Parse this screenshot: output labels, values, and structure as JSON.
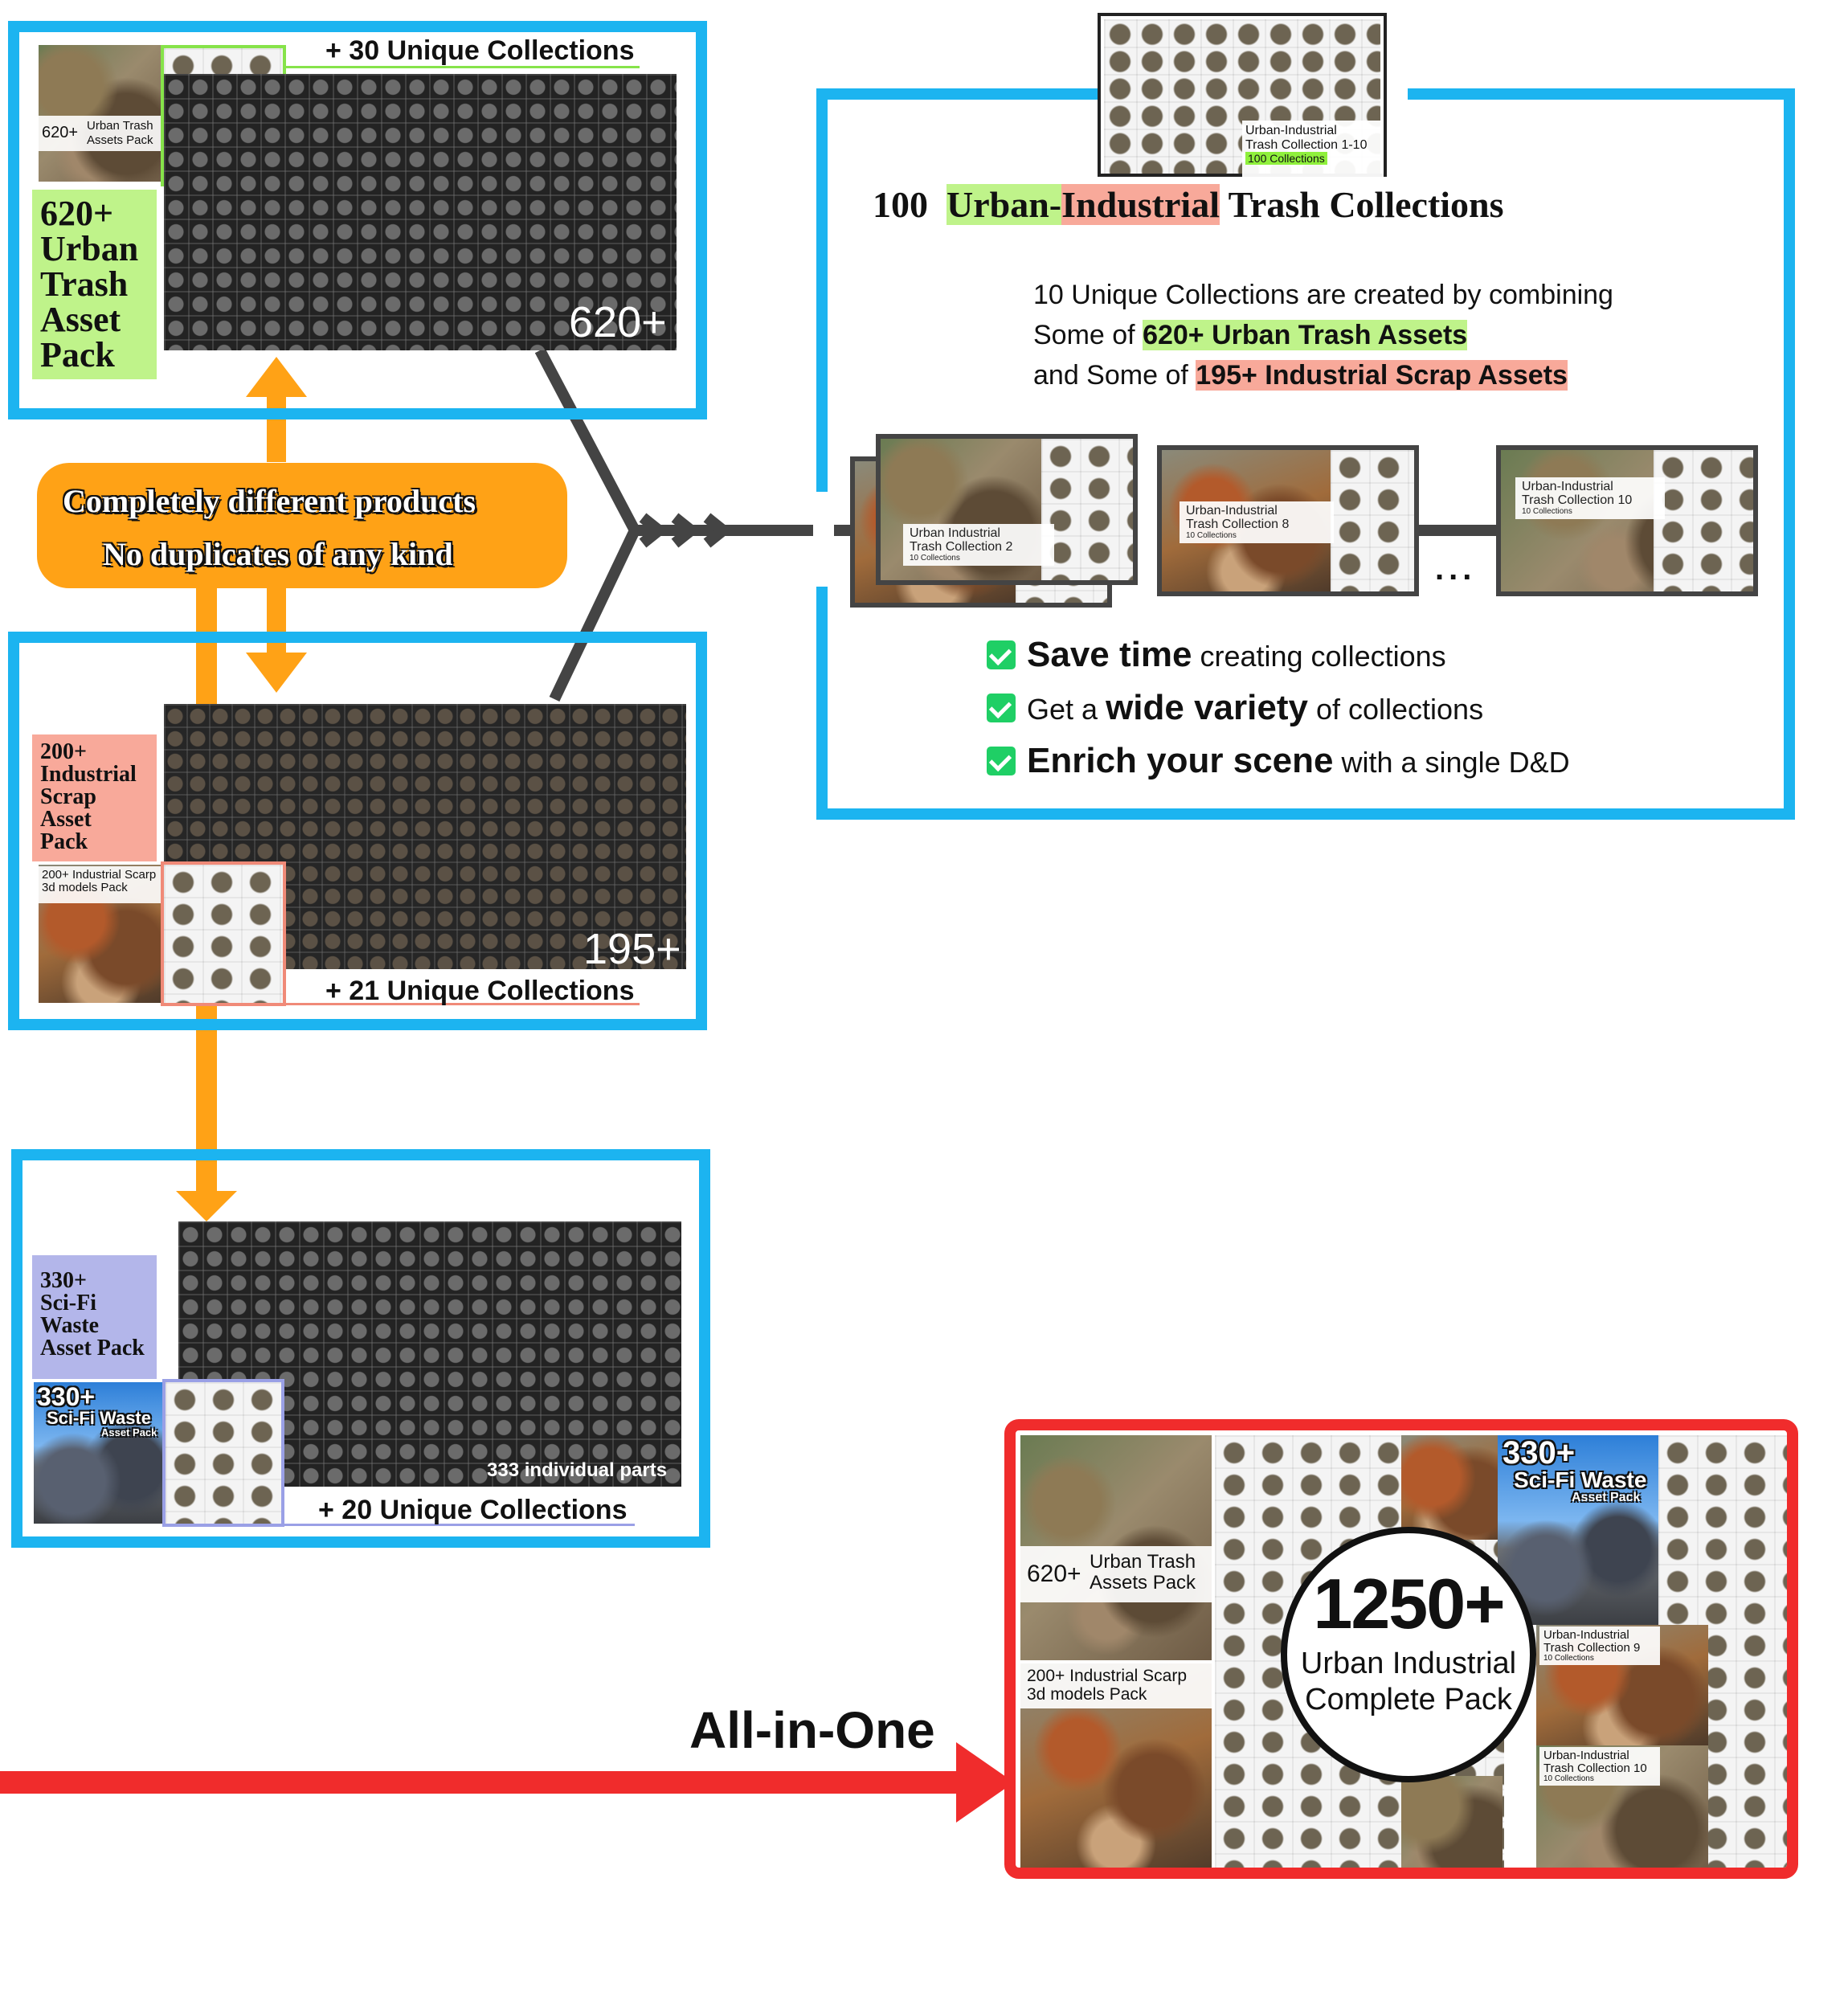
{
  "colors": {
    "blue": "#1cb4f0",
    "orange": "#ffa216",
    "red": "#f02c2c",
    "green_hl": "#bff38a",
    "salmon_hl": "#f8a99a",
    "lavender": "#b3b6ea"
  },
  "urban": {
    "label_lines": [
      "620+",
      "Urban",
      "Trash",
      "Asset",
      "Pack"
    ],
    "cover_count": "620+",
    "cover_text": [
      "Urban Trash",
      "Assets Pack"
    ],
    "browser_count": "620+",
    "collections": "+ 30 Unique Collections"
  },
  "industrial": {
    "label_lines": [
      "200+",
      "Industrial",
      "Scrap",
      "Asset",
      "Pack"
    ],
    "cover_text": [
      "200+ Industrial Scarp",
      "3d models Pack"
    ],
    "browser_count": "195+",
    "collections": "+ 21 Unique Collections"
  },
  "scifi": {
    "label_lines": [
      "330+",
      "Sci-Fi",
      "Waste",
      "Asset Pack"
    ],
    "cover_lines": [
      "330+",
      "Sci-Fi Waste",
      "Asset Pack"
    ],
    "browser_count": "333 individual parts",
    "collections": "+ 20 Unique Collections"
  },
  "banner": {
    "line1": "Completely different products",
    "line2": "No duplicates of any kind"
  },
  "trash": {
    "cover_caption": [
      "Urban-Industrial",
      "Trash Collection 1-10"
    ],
    "cover_badge": "100 Collections",
    "title_num": "100",
    "title_urban": "Urban-",
    "title_industrial": "Industrial",
    "title_rest": "Trash Collections",
    "desc_line1": "10 Unique Collections are created by combining",
    "desc_line2_pre": "Some of",
    "desc_line2_hl": "620+ Urban Trash Assets",
    "desc_line3_pre": "and Some of",
    "desc_line3_hl": "195+ Industrial Scrap Assets",
    "cards": [
      {
        "line1": "Urban Industrial",
        "line2": "Trash Collection 2",
        "line3": "10 Collections"
      },
      {
        "line1": "Urban-Industrial",
        "line2": "Trash Collection 8",
        "line3": "10 Collections"
      },
      {
        "line1": "Urban-Industrial",
        "line2": "Trash Collection 10",
        "line3": "10 Collections"
      }
    ],
    "ellipsis": "...",
    "features": [
      {
        "bold": "Save time",
        "rest": " creating collections",
        "pre": ""
      },
      {
        "pre": "Get a ",
        "bold": "wide variety",
        "rest": " of collections"
      },
      {
        "bold": "Enrich your scene",
        "rest": " with a single D&D",
        "pre": ""
      }
    ]
  },
  "allinone": {
    "label": "All-in-One",
    "center_num": "1250+",
    "center_l1": "Urban Industrial",
    "center_l2": "Complete Pack",
    "urban_count": "620+",
    "urban_text": [
      "Urban Trash",
      "Assets Pack"
    ],
    "ind_text": [
      "200+ Industrial Scarp",
      "3d models Pack"
    ],
    "scifi_lines": [
      "330+",
      "Sci-Fi Waste",
      "Asset Pack"
    ],
    "c9": [
      "Urban-Industrial",
      "Trash Collection 9",
      "10 Collections"
    ],
    "c10": [
      "Urban-Industrial",
      "Trash Collection 10",
      "10 Collections"
    ]
  }
}
